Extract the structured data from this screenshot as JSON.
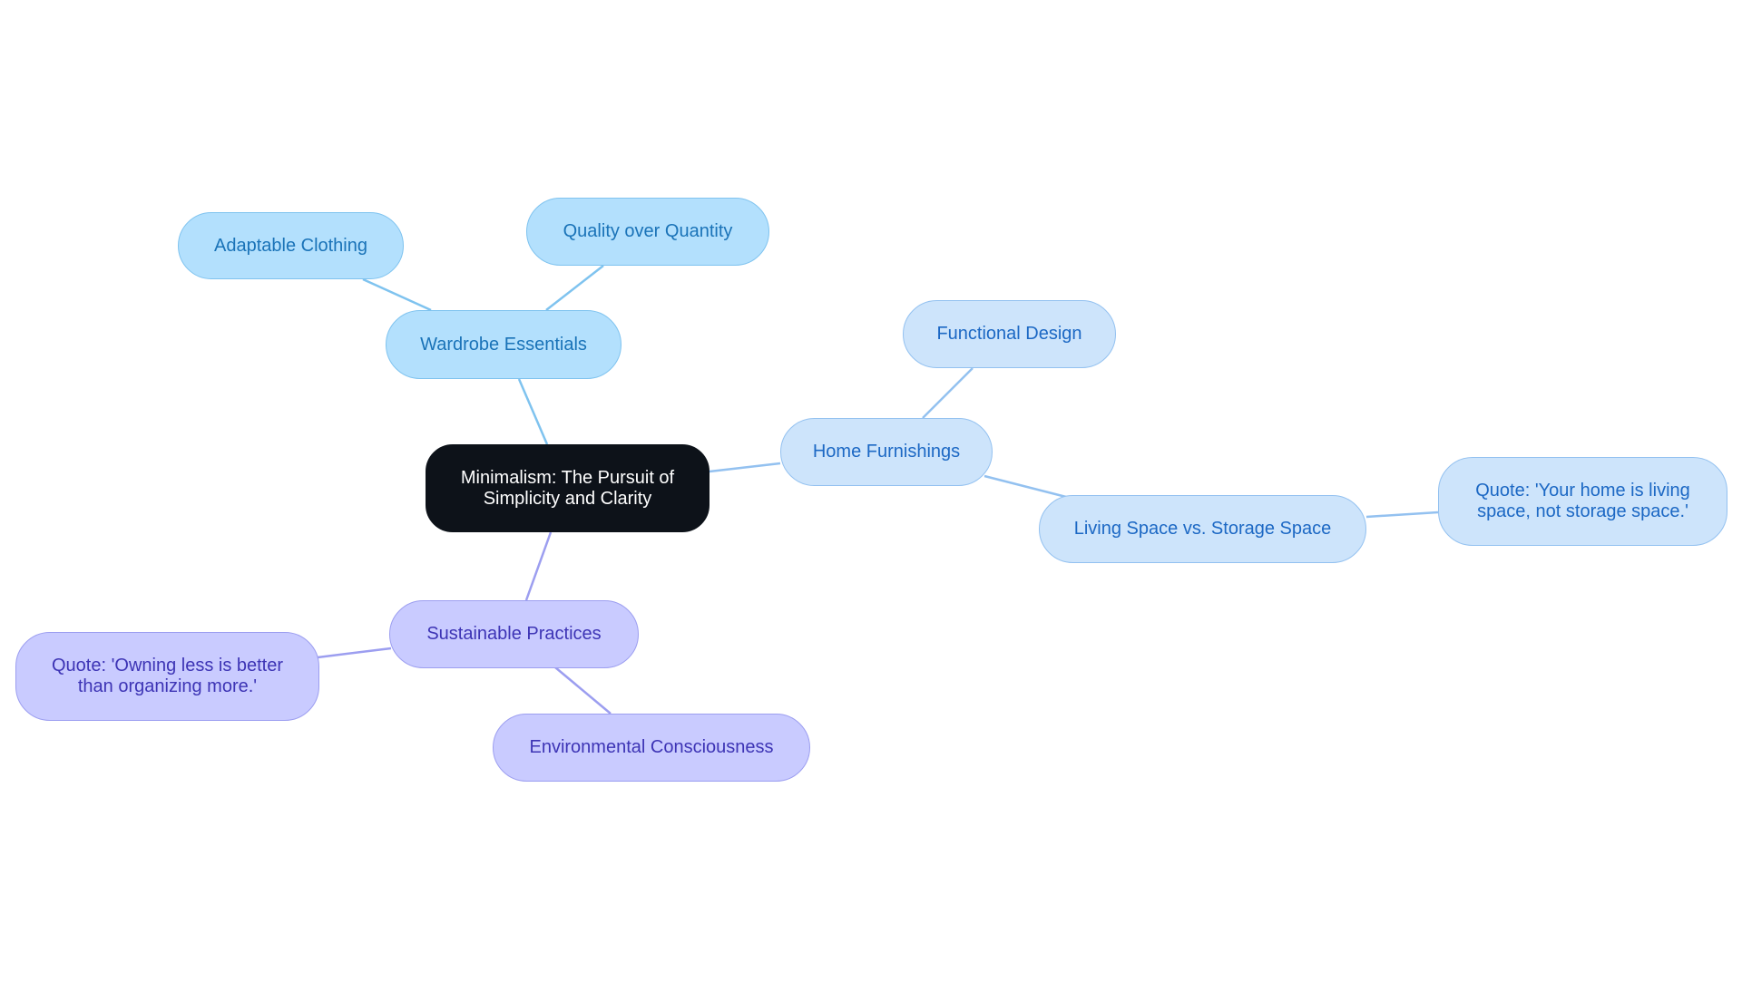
{
  "diagram": {
    "root": {
      "label": "Minimalism: The Pursuit of Simplicity and Clarity",
      "line1": "Minimalism: The Pursuit of",
      "line2": "Simplicity and Clarity"
    },
    "branches": [
      {
        "label": "Wardrobe Essentials",
        "color": "#7fc3ef",
        "children": [
          "Adaptable Clothing",
          "Quality over Quantity"
        ]
      },
      {
        "label": "Home Furnishings",
        "color": "#93c1f0",
        "children": [
          "Functional Design",
          "Living Space vs. Storage Space"
        ],
        "grandchildren": {
          "Living Space vs. Storage Space": {
            "line1": "Quote: 'Your home is living",
            "line2": "space, not storage space.'"
          }
        }
      },
      {
        "label": "Sustainable Practices",
        "color": "#9c9ef0",
        "children": [
          "Environmental Consciousness"
        ],
        "quote": {
          "line1": "Quote: 'Owning less is better",
          "line2": "than organizing more.'"
        }
      }
    ]
  }
}
